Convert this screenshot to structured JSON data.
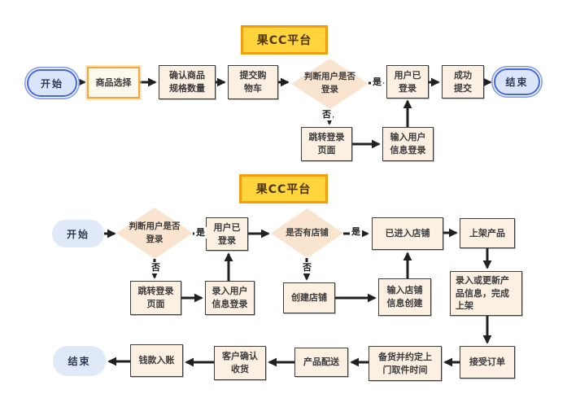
{
  "colors": {
    "background": "#FFFFFF",
    "title_fill": "#FFD43C",
    "title_border": "#F09D10",
    "node_fill": "#FBF0E2",
    "node_border": "#3E3E3E",
    "highlight_border": "#F1A73E",
    "diamond_fill": "#F9E4D0",
    "pill_fill": "#DFE9F8",
    "pill_border": "#4366E6",
    "arrow": "#202020"
  },
  "fc1": {
    "title": "果CC平台",
    "start": "开始",
    "product_select": "商品选择",
    "confirm_specs": "确认商品\n规格数量",
    "submit_cart": "提交购\n物车",
    "check_login": "判断用户是否\n登录",
    "yes": "是",
    "no": "否",
    "logged_in": "用户已\n登录",
    "success_submit": "成功\n提交",
    "end": "结束",
    "jump_login": "跳转登录\n页面",
    "enter_user_info": "输入用户\n信息登录"
  },
  "fc2": {
    "title": "果CC平台",
    "start": "开始",
    "check_login": "判断用户是否\n登录",
    "yes_login": "是",
    "no_login": "否",
    "logged_in": "用户已\n登录",
    "has_shop": "是否有店铺",
    "yes_shop": "是",
    "no_shop": "否",
    "entered_shop": "已进入店铺",
    "list_product": "上架产品",
    "jump_login": "跳转登录\n页面",
    "input_user_info": "录入用户\n信息登录",
    "create_shop": "创建店铺",
    "input_shop_info": "输入店铺\n信息创建",
    "update_product_info": "录入或更新产\n品信息，完成\n上架",
    "accept_order": "接受订单",
    "prepare_pickup": "备货并约定上\n门取件时间",
    "product_delivery": "产品配送",
    "confirm_receipt": "客户确认\n收货",
    "payment_received": "钱款入账",
    "end": "结束"
  }
}
